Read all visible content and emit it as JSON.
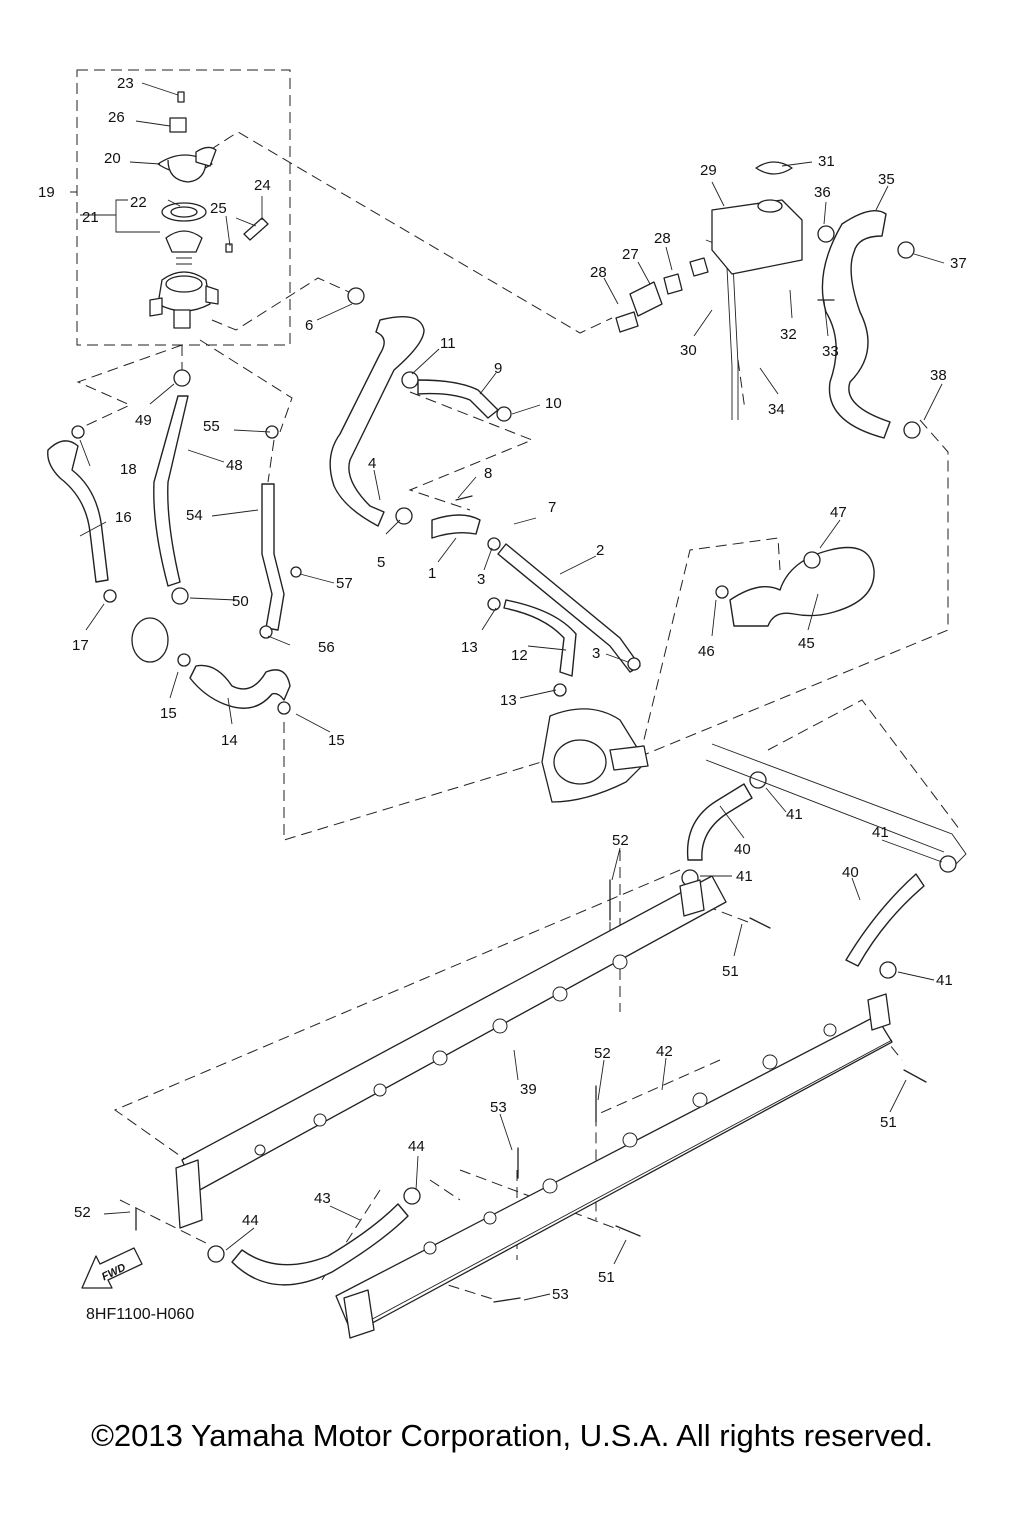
{
  "diagram_code": "8HF1100-H060",
  "copyright": "©2013 Yamaha Motor Corporation, U.S.A. All rights reserved.",
  "fwd_label": "FWD",
  "callouts": [
    "1",
    "2",
    "3",
    "3",
    "4",
    "5",
    "6",
    "7",
    "8",
    "9",
    "10",
    "11",
    "12",
    "13",
    "13",
    "14",
    "15",
    "15",
    "16",
    "17",
    "18",
    "19",
    "20",
    "21",
    "22",
    "23",
    "24",
    "25",
    "26",
    "27",
    "28",
    "28",
    "29",
    "30",
    "31",
    "32",
    "33",
    "34",
    "35",
    "36",
    "37",
    "38",
    "39",
    "40",
    "40",
    "41",
    "41",
    "41",
    "41",
    "42",
    "43",
    "44",
    "44",
    "45",
    "46",
    "47",
    "48",
    "49",
    "50",
    "51",
    "51",
    "51",
    "52",
    "52",
    "52",
    "53",
    "53",
    "54",
    "55",
    "56",
    "57"
  ]
}
